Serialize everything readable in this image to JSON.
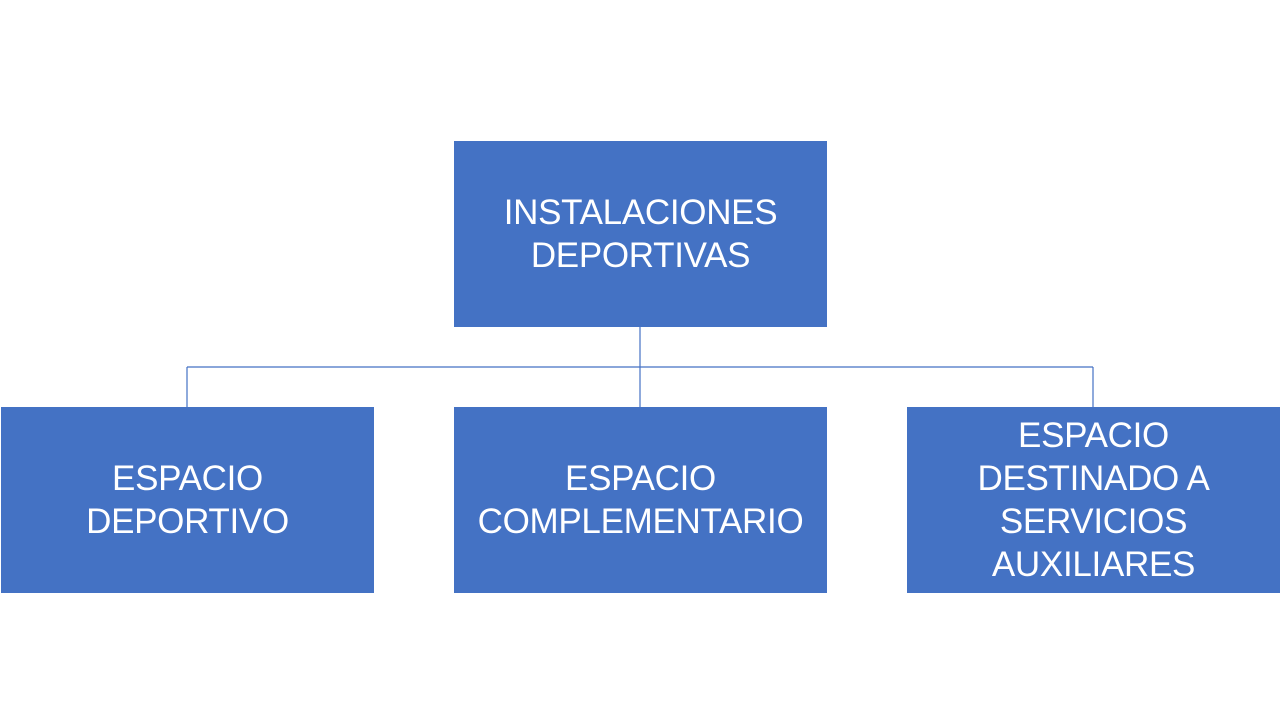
{
  "diagram": {
    "root": {
      "label": "INSTALACIONES DEPORTIVAS"
    },
    "children": [
      {
        "label": "ESPACIO DEPORTIVO"
      },
      {
        "label": "ESPACIO COMPLEMENTARIO"
      },
      {
        "label": "ESPACIO DESTINADO A SERVICIOS AUXILIARES"
      }
    ]
  },
  "colors": {
    "box_fill": "#4472c4",
    "connector": "#4472c4",
    "text": "#ffffff",
    "background": "#ffffff"
  }
}
